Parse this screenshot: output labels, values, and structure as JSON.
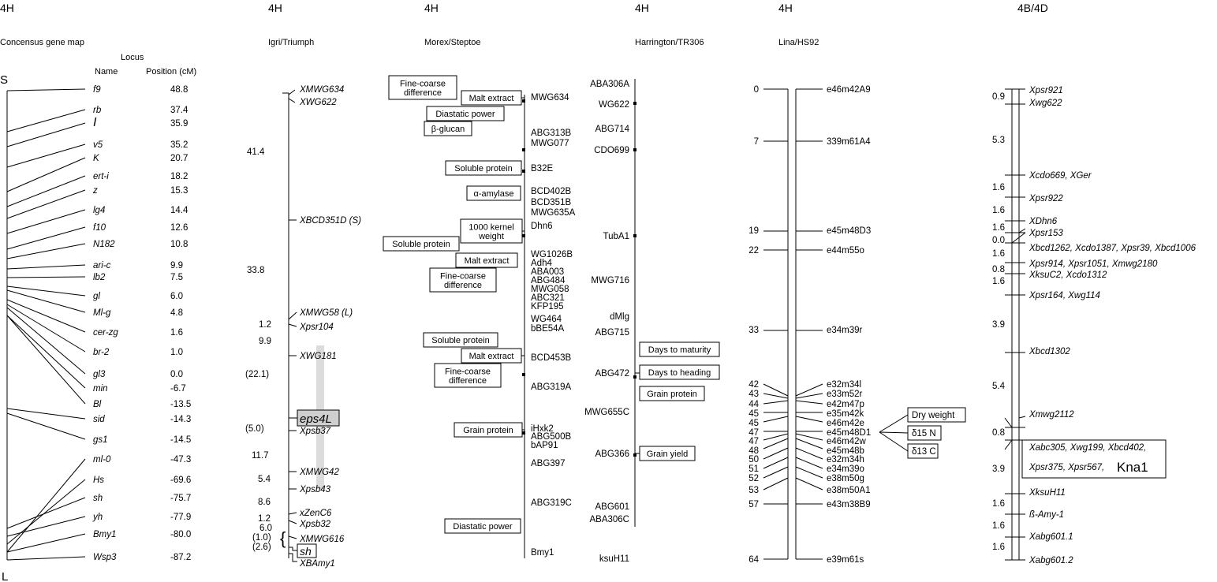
{
  "panels": [
    {
      "chrom": "4H",
      "pop": "Concensus gene map"
    },
    {
      "chrom": "4H",
      "pop": "Igri/Triumph"
    },
    {
      "chrom": "4H",
      "pop": "Morex/Steptoe"
    },
    {
      "chrom": "4H",
      "pop": "Harrington/TR306"
    },
    {
      "chrom": "4H",
      "pop": "Lina/HS92"
    },
    {
      "chrom": "4B/4D",
      "pop": ""
    }
  ],
  "consensus": {
    "header_locus": "Locus",
    "header_name": "Name",
    "header_position": "Position (cM)",
    "top_label": "S",
    "bottom_label": "L",
    "loci": [
      {
        "name": "f9",
        "pos": "48.8"
      },
      {
        "name": "rb",
        "pos": "37.4"
      },
      {
        "name": "I",
        "pos": "35.9"
      },
      {
        "name": "v5",
        "pos": "35.2"
      },
      {
        "name": "K",
        "pos": "20.7"
      },
      {
        "name": "ert-i",
        "pos": "18.2"
      },
      {
        "name": "z",
        "pos": "15.3"
      },
      {
        "name": "lg4",
        "pos": "14.4"
      },
      {
        "name": "f10",
        "pos": "12.6"
      },
      {
        "name": "N182",
        "pos": "10.8"
      },
      {
        "name": "ari-c",
        "pos": "9.9"
      },
      {
        "name": "lb2",
        "pos": "7.5"
      },
      {
        "name": "gl",
        "pos": "6.0"
      },
      {
        "name": "Ml-g",
        "pos": "4.8"
      },
      {
        "name": "cer-zg",
        "pos": "1.6"
      },
      {
        "name": "br-2",
        "pos": "1.0"
      },
      {
        "name": "gl3",
        "pos": "0.0"
      },
      {
        "name": "min",
        "pos": "-6.7"
      },
      {
        "name": "Bl",
        "pos": "-13.5"
      },
      {
        "name": "sid",
        "pos": "-14.3"
      },
      {
        "name": "gs1",
        "pos": "-14.5"
      },
      {
        "name": "ml-0",
        "pos": "-47.3"
      },
      {
        "name": "Hs",
        "pos": "-69.6"
      },
      {
        "name": "sh",
        "pos": "-75.7"
      },
      {
        "name": "yh",
        "pos": "-77.9"
      },
      {
        "name": "Bmy1",
        "pos": "-80.0"
      },
      {
        "name": "Wsp3",
        "pos": "-87.2"
      }
    ]
  },
  "igri": {
    "markers": [
      "XMWG634",
      "XWG622",
      "XBCD351D (S)",
      "XMWG58 (L)",
      "Xpsr104",
      "XWG181",
      "eps4L",
      "Xpsb37",
      "XMWG42",
      "Xpsb43",
      "xZenC6",
      "Xpsb32",
      "XMWG616",
      "sh",
      "XBAmy1"
    ],
    "distances": [
      "41.4",
      "33.8",
      "1.2",
      "9.9",
      "(22.1)",
      "(5.0)",
      "11.7",
      "5.4",
      "8.6",
      "1.2",
      "6.0",
      "(1.0)",
      "(2.6)"
    ]
  },
  "morex": {
    "markers": [
      "MWG634",
      "ABG313B",
      "MWG077",
      "B32E",
      "BCD402B",
      "BCD351B",
      "MWG635A",
      "Dhn6",
      "WG1026B",
      "Adh4",
      "ABA003",
      "ABG484",
      "MWG058",
      "ABC321",
      "KFP195",
      "WG464",
      "bBE54A",
      "BCD453B",
      "ABG319A",
      "iHxk2",
      "ABG500B",
      "bAP91",
      "ABG397",
      "ABG319C",
      "Bmy1"
    ],
    "traits": [
      "Fine-coarse difference",
      "Malt extract",
      "Diastatic power",
      "β-glucan",
      "Soluble protein",
      "α-amylase",
      "1000 kernel weight",
      "Soluble protein",
      "Malt extract",
      "Fine-coarse difference",
      "Soluble protein",
      "Malt extract",
      "Fine-coarse difference",
      "Grain protein",
      "Diastatic power"
    ]
  },
  "harrington": {
    "markers": [
      "ABA306A",
      "WG622",
      "ABG714",
      "CDO699",
      "TubA1",
      "MWG716",
      "dMlg",
      "ABG715",
      "ABG472",
      "MWG655C",
      "ABG366",
      "ABG601",
      "ABA306C",
      "ksuH11"
    ],
    "traits": [
      "Days to maturity",
      "Days to heading",
      "Grain protein",
      "Grain yield"
    ]
  },
  "lina": {
    "positions": [
      "0",
      "7",
      "19",
      "22",
      "33",
      "42",
      "43",
      "44",
      "45",
      "45",
      "47",
      "47",
      "48",
      "50",
      "51",
      "52",
      "53",
      "57",
      "64"
    ],
    "markers": [
      "e46m42A9",
      "339m61A4",
      "e45m48D3",
      "e44m55o",
      "e34m39r",
      "e32m34l",
      "e33m52r",
      "e42m47p",
      "e35m42k",
      "e46m42e",
      "e45m48D1",
      "e46m42w",
      "e45m48b",
      "e32m34h",
      "e34m39o",
      "e38m50g",
      "e38m50A1",
      "e43m38B9",
      "e39m61s"
    ],
    "traits": [
      "Dry weight",
      "δ15 N",
      "δ13 C"
    ]
  },
  "wheat": {
    "markers": [
      "Xpsr921",
      "Xwg622",
      "Xcdo669, XGer",
      "Xpsr922",
      "XDhn6",
      "Xpsr153",
      "Xbcd1262, Xcdo1387, Xpsr39, Xbcd1006",
      "Xpsr914, Xpsr1051, Xmwg2180",
      "XksuC2, Xcdo1312",
      "Xpsr164, Xwg114",
      "Xbcd1302",
      "Xmwg2112",
      "Xabc305, Xwg199, Xbcd402,",
      "Xpsr375, Xpsr567,",
      "Kna1",
      "XksuH11",
      "ß-Amy-1",
      "Xabg601.1",
      "Xabg601.2"
    ],
    "distances": [
      "0.9",
      "5.3",
      "1.6",
      "1.6",
      "1.6",
      "0.0",
      "1.6",
      "0.8",
      "1.6",
      "3.9",
      "5.4",
      "0.8",
      "3.9",
      "1.6",
      "1.6",
      "1.6"
    ]
  }
}
